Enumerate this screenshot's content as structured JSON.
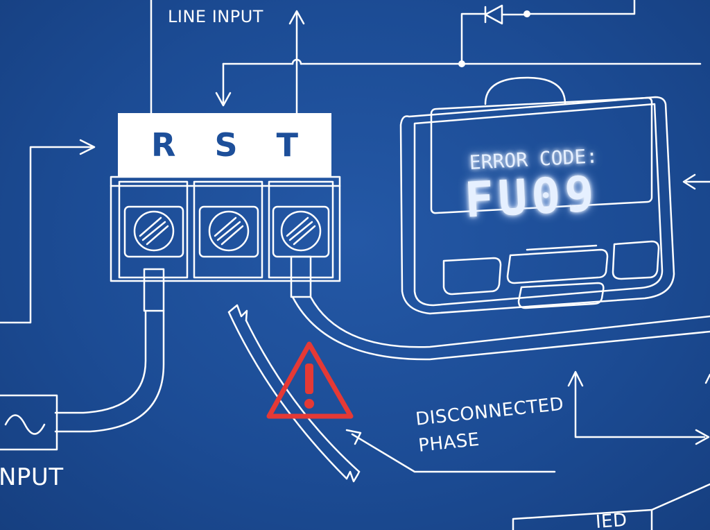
{
  "terminal": {
    "labels": [
      "R",
      "S",
      "T"
    ]
  },
  "labels": {
    "line_input": "LINE INPUT",
    "input_partial": "NPUT",
    "disconnected_line1": "DISCONNECTED",
    "disconnected_line2": "PHASE",
    "bottom_partial": "IED"
  },
  "display": {
    "caption": "ERROR CODE:",
    "code": "FU09"
  },
  "colors": {
    "background": "#1d4f9a",
    "line": "#ffffff",
    "warning": "#e53935"
  },
  "icons": [
    "warning-triangle-icon",
    "sine-wave-icon",
    "screw-icon",
    "diode-icon"
  ]
}
